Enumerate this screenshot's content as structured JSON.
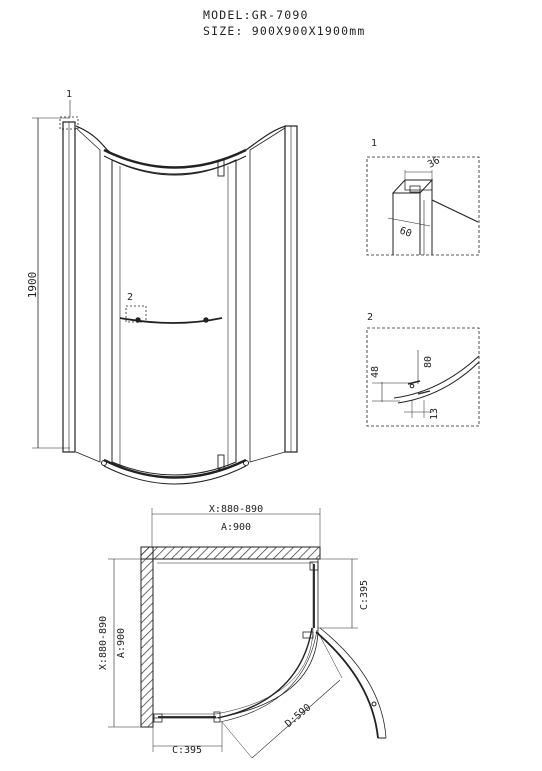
{
  "header": {
    "model": "MODEL:GR-7090",
    "size": "SIZE: 900X900X1900mm"
  },
  "front_view": {
    "callout_1": "1",
    "callout_2": "2",
    "height_label": "1900"
  },
  "detail_1": {
    "title": "1",
    "dim_top": "36",
    "dim_side": "60"
  },
  "detail_2": {
    "title": "2",
    "dim_left": "48",
    "dim_right": "80",
    "dim_bottom": "13"
  },
  "plan_view": {
    "top_range": "X:880-890",
    "top_a": "A:900",
    "left_range": "X:880-890",
    "left_a": "A:900",
    "right_c": "C:395",
    "bottom_c": "C:395",
    "door_d": "D:590"
  },
  "colors": {
    "line": "#222222",
    "hatch": "#333333",
    "paper": "#ffffff"
  }
}
